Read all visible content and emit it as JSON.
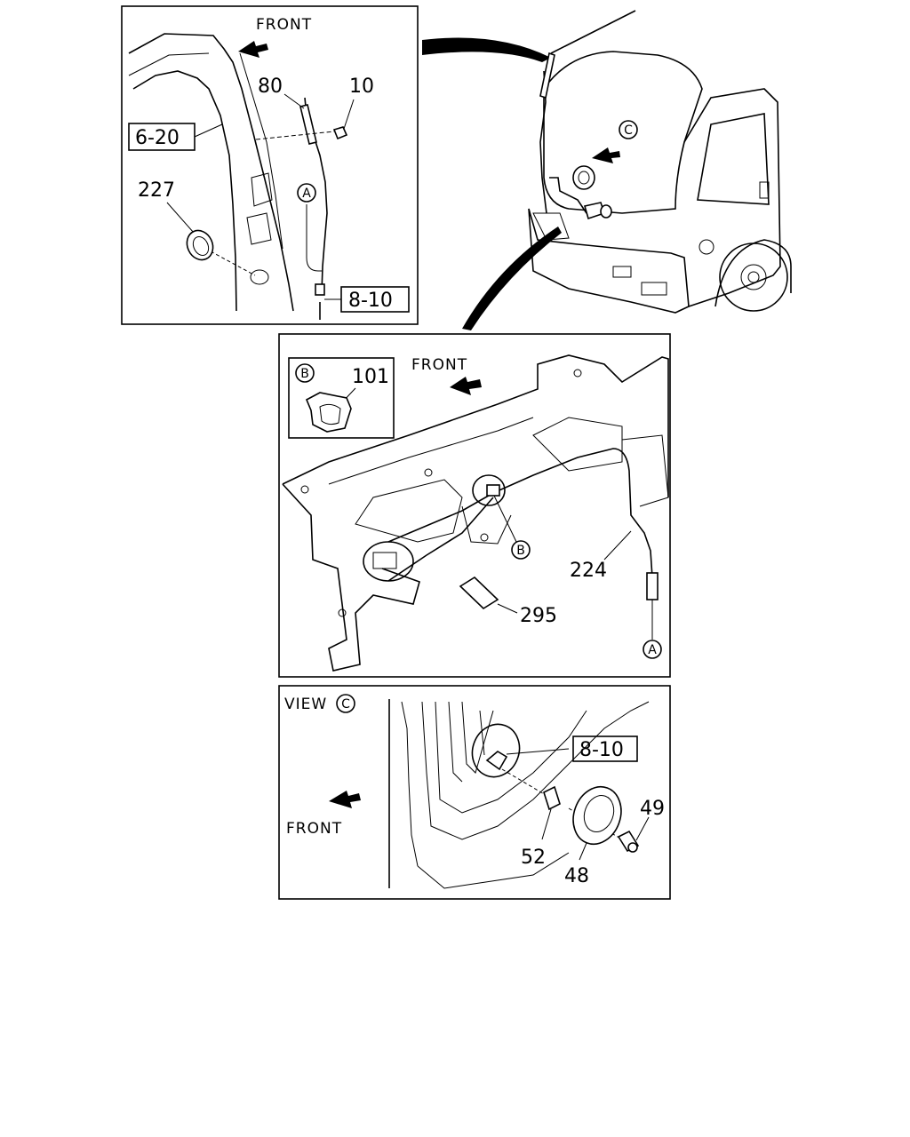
{
  "panel_top_left": {
    "front_label": "FRONT",
    "parts": {
      "p80": "80",
      "p10": "10",
      "p227": "227"
    },
    "refs": {
      "r620": "6-20",
      "r810": "8-10"
    },
    "callout_a": "A"
  },
  "panel_truck": {
    "callout_c": "C"
  },
  "panel_middle": {
    "front_label": "FRONT",
    "inset_callout": "B",
    "inset_part": "101",
    "callout_b": "B",
    "callout_a": "A",
    "parts": {
      "p224": "224",
      "p295": "295"
    }
  },
  "panel_view_c": {
    "view_label": "VIEW",
    "view_callout": "C",
    "front_label": "FRONT",
    "ref_810": "8-10",
    "parts": {
      "p49": "49",
      "p52": "52",
      "p48": "48"
    }
  }
}
